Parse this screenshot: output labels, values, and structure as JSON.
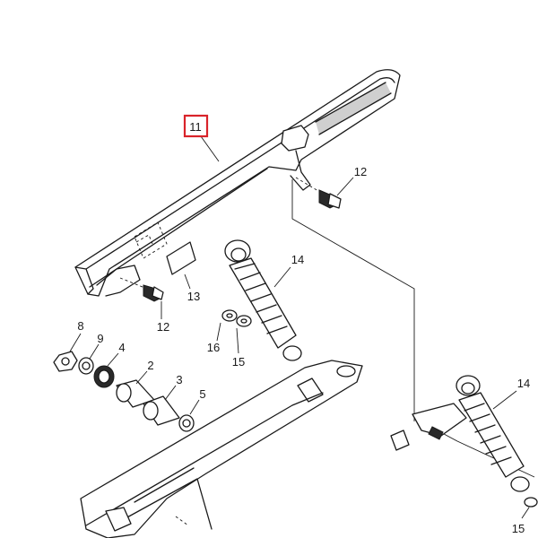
{
  "highlight_color": "#d9232a",
  "callouts": {
    "c11": "11",
    "c12a": "12",
    "c12b": "12",
    "c13": "13",
    "c14a": "14",
    "c14b": "14",
    "c15a": "15",
    "c15b": "15",
    "c16": "16",
    "c8": "8",
    "c9": "9",
    "c4": "4",
    "c2": "2",
    "c3": "3",
    "c5": "5"
  }
}
